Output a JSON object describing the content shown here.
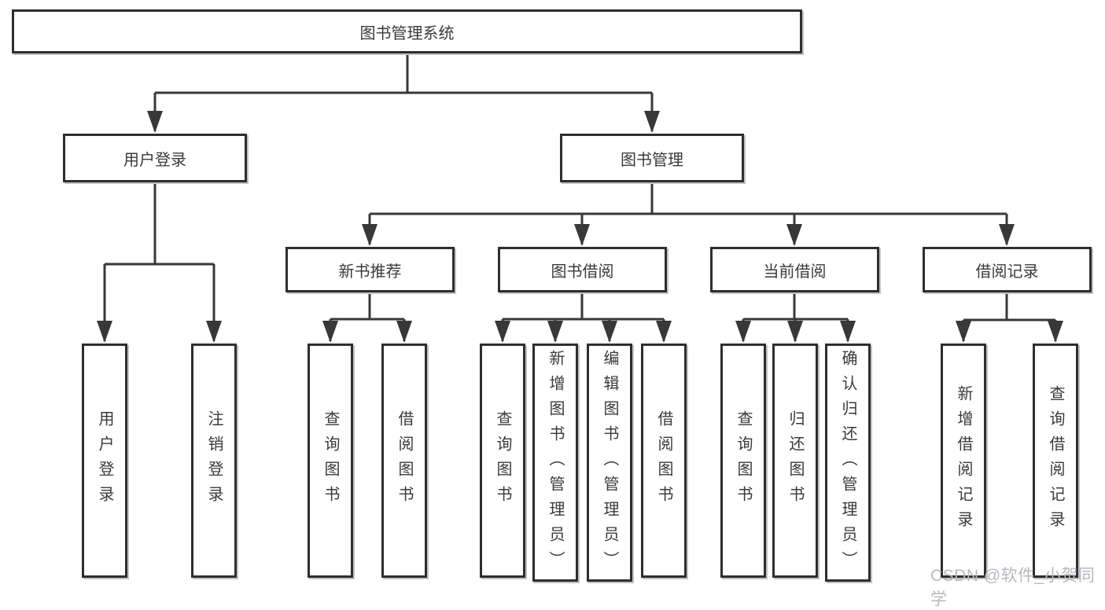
{
  "diagram_title": "图书管理系统",
  "watermark": "CSDN @软件_小贺同学",
  "colors": {
    "line": "#383838",
    "box_border": "#2e2e2e",
    "box_fill": "#ffffff",
    "text": "#3a3a3a",
    "watermark": "#b6b9bd",
    "background": "#ffffff"
  },
  "tree": {
    "root": {
      "label": "图书管理系统",
      "children": [
        {
          "label": "用户登录",
          "children": [
            {
              "label": "用户登录"
            },
            {
              "label": "注销登录"
            }
          ]
        },
        {
          "label": "图书管理",
          "children": [
            {
              "label": "新书推荐",
              "children": [
                {
                  "label": "查询图书"
                },
                {
                  "label": "借阅图书"
                }
              ]
            },
            {
              "label": "图书借阅",
              "children": [
                {
                  "label": "查询图书"
                },
                {
                  "label": "新增图书（管理员）"
                },
                {
                  "label": "编辑图书（管理员）"
                },
                {
                  "label": "借阅图书"
                }
              ]
            },
            {
              "label": "当前借阅",
              "children": [
                {
                  "label": "查询图书"
                },
                {
                  "label": "归还图书"
                },
                {
                  "label": "确认归还（管理员）"
                }
              ]
            },
            {
              "label": "借阅记录",
              "children": [
                {
                  "label": "新增借阅记录"
                },
                {
                  "label": "查询借阅记录"
                }
              ]
            }
          ]
        }
      ]
    }
  }
}
